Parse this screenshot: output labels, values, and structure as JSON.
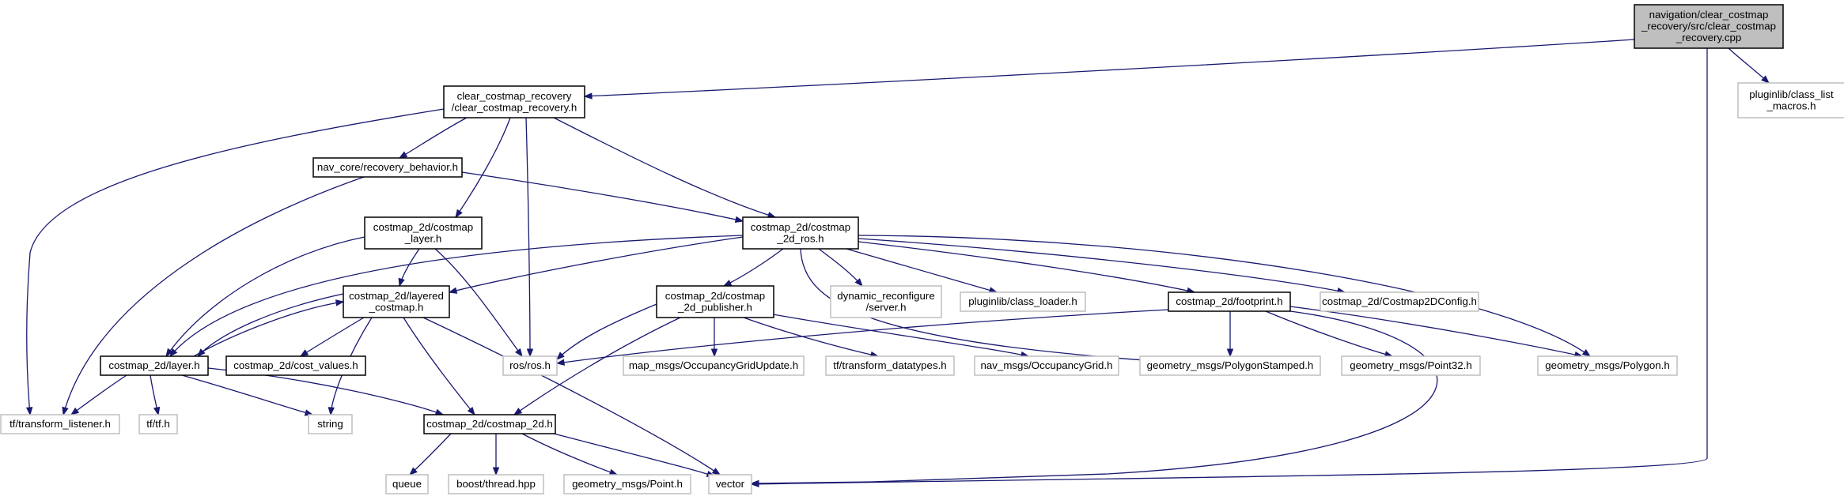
{
  "diagram": {
    "type": "include-dependency-graph",
    "colors": {
      "root_fill": "#bfbfbf",
      "border_internal": "#000000",
      "border_external": "#bfbfbf",
      "edge": "#191970"
    },
    "nodes": [
      {
        "id": "root",
        "kind": "root",
        "lines": [
          "navigation/clear_costmap",
          "_recovery/src/clear_costmap",
          "_recovery.cpp"
        ]
      },
      {
        "id": "class_list_macros",
        "kind": "external",
        "lines": [
          "pluginlib/class_list",
          "_macros.h"
        ]
      },
      {
        "id": "clear_costmap_recovery_h",
        "kind": "internal",
        "lines": [
          "clear_costmap_recovery",
          "/clear_costmap_recovery.h"
        ]
      },
      {
        "id": "recovery_behavior",
        "kind": "internal",
        "lines": [
          "nav_core/recovery_behavior.h"
        ]
      },
      {
        "id": "costmap_layer",
        "kind": "internal",
        "lines": [
          "costmap_2d/costmap",
          "_layer.h"
        ]
      },
      {
        "id": "costmap_2d_ros",
        "kind": "internal",
        "lines": [
          "costmap_2d/costmap",
          "_2d_ros.h"
        ]
      },
      {
        "id": "layered_costmap",
        "kind": "internal",
        "lines": [
          "costmap_2d/layered",
          "_costmap.h"
        ]
      },
      {
        "id": "costmap_2d_publisher",
        "kind": "internal",
        "lines": [
          "costmap_2d/costmap",
          "_2d_publisher.h"
        ]
      },
      {
        "id": "dynamic_reconfigure",
        "kind": "external",
        "lines": [
          "dynamic_reconfigure",
          "/server.h"
        ]
      },
      {
        "id": "class_loader",
        "kind": "external",
        "lines": [
          "pluginlib/class_loader.h"
        ]
      },
      {
        "id": "footprint",
        "kind": "internal",
        "lines": [
          "costmap_2d/footprint.h"
        ]
      },
      {
        "id": "costmap2dconfig",
        "kind": "external",
        "lines": [
          "costmap_2d/Costmap2DConfig.h"
        ]
      },
      {
        "id": "layer",
        "kind": "internal",
        "lines": [
          "costmap_2d/layer.h"
        ]
      },
      {
        "id": "cost_values",
        "kind": "internal",
        "lines": [
          "costmap_2d/cost_values.h"
        ]
      },
      {
        "id": "ros",
        "kind": "external",
        "lines": [
          "ros/ros.h"
        ]
      },
      {
        "id": "occupancy_grid_update",
        "kind": "external",
        "lines": [
          "map_msgs/OccupancyGridUpdate.h"
        ]
      },
      {
        "id": "transform_datatypes",
        "kind": "external",
        "lines": [
          "tf/transform_datatypes.h"
        ]
      },
      {
        "id": "occupancy_grid",
        "kind": "external",
        "lines": [
          "nav_msgs/OccupancyGrid.h"
        ]
      },
      {
        "id": "polygon_stamped",
        "kind": "external",
        "lines": [
          "geometry_msgs/PolygonStamped.h"
        ]
      },
      {
        "id": "point32",
        "kind": "external",
        "lines": [
          "geometry_msgs/Point32.h"
        ]
      },
      {
        "id": "polygon",
        "kind": "external",
        "lines": [
          "geometry_msgs/Polygon.h"
        ]
      },
      {
        "id": "transform_listener",
        "kind": "external",
        "lines": [
          "tf/transform_listener.h"
        ]
      },
      {
        "id": "tf",
        "kind": "external",
        "lines": [
          "tf/tf.h"
        ]
      },
      {
        "id": "string",
        "kind": "external",
        "lines": [
          "string"
        ]
      },
      {
        "id": "costmap_2d_h",
        "kind": "internal",
        "lines": [
          "costmap_2d/costmap_2d.h"
        ]
      },
      {
        "id": "queue",
        "kind": "external",
        "lines": [
          "queue"
        ]
      },
      {
        "id": "thread",
        "kind": "external",
        "lines": [
          "boost/thread.hpp"
        ]
      },
      {
        "id": "point",
        "kind": "external",
        "lines": [
          "geometry_msgs/Point.h"
        ]
      },
      {
        "id": "vector",
        "kind": "external",
        "lines": [
          "vector"
        ]
      }
    ],
    "edges": [
      {
        "from": "root",
        "to": "clear_costmap_recovery_h"
      },
      {
        "from": "root",
        "to": "class_list_macros"
      },
      {
        "from": "root",
        "to": "vector"
      },
      {
        "from": "clear_costmap_recovery_h",
        "to": "transform_listener"
      },
      {
        "from": "clear_costmap_recovery_h",
        "to": "recovery_behavior"
      },
      {
        "from": "clear_costmap_recovery_h",
        "to": "costmap_layer"
      },
      {
        "from": "clear_costmap_recovery_h",
        "to": "ros"
      },
      {
        "from": "clear_costmap_recovery_h",
        "to": "costmap_2d_ros"
      },
      {
        "from": "recovery_behavior",
        "to": "costmap_2d_ros"
      },
      {
        "from": "recovery_behavior",
        "to": "transform_listener"
      },
      {
        "from": "costmap_layer",
        "to": "layer"
      },
      {
        "from": "costmap_layer",
        "to": "layered_costmap"
      },
      {
        "from": "costmap_layer",
        "to": "ros"
      },
      {
        "from": "costmap_2d_ros",
        "to": "layered_costmap"
      },
      {
        "from": "costmap_2d_ros",
        "to": "layer"
      },
      {
        "from": "costmap_2d_ros",
        "to": "costmap_2d_publisher"
      },
      {
        "from": "costmap_2d_ros",
        "to": "dynamic_reconfigure"
      },
      {
        "from": "costmap_2d_ros",
        "to": "class_loader"
      },
      {
        "from": "costmap_2d_ros",
        "to": "footprint"
      },
      {
        "from": "costmap_2d_ros",
        "to": "costmap2dconfig"
      },
      {
        "from": "costmap_2d_ros",
        "to": "polygon"
      },
      {
        "from": "costmap_2d_ros",
        "to": "polygon_stamped"
      },
      {
        "from": "layered_costmap",
        "to": "layer"
      },
      {
        "from": "layer",
        "to": "layered_costmap"
      },
      {
        "from": "layered_costmap",
        "to": "cost_values"
      },
      {
        "from": "layered_costmap",
        "to": "string"
      },
      {
        "from": "layered_costmap",
        "to": "costmap_2d_h"
      },
      {
        "from": "layered_costmap",
        "to": "vector"
      },
      {
        "from": "costmap_2d_publisher",
        "to": "ros"
      },
      {
        "from": "costmap_2d_publisher",
        "to": "costmap_2d_h"
      },
      {
        "from": "costmap_2d_publisher",
        "to": "occupancy_grid_update"
      },
      {
        "from": "costmap_2d_publisher",
        "to": "transform_datatypes"
      },
      {
        "from": "costmap_2d_publisher",
        "to": "occupancy_grid"
      },
      {
        "from": "footprint",
        "to": "ros"
      },
      {
        "from": "footprint",
        "to": "polygon_stamped"
      },
      {
        "from": "footprint",
        "to": "point32"
      },
      {
        "from": "footprint",
        "to": "polygon"
      },
      {
        "from": "footprint",
        "to": "vector"
      },
      {
        "from": "layer",
        "to": "transform_listener"
      },
      {
        "from": "layer",
        "to": "tf"
      },
      {
        "from": "layer",
        "to": "string"
      },
      {
        "from": "layer",
        "to": "costmap_2d_h"
      },
      {
        "from": "costmap_2d_h",
        "to": "queue"
      },
      {
        "from": "costmap_2d_h",
        "to": "thread"
      },
      {
        "from": "costmap_2d_h",
        "to": "point"
      },
      {
        "from": "costmap_2d_h",
        "to": "vector"
      }
    ]
  }
}
